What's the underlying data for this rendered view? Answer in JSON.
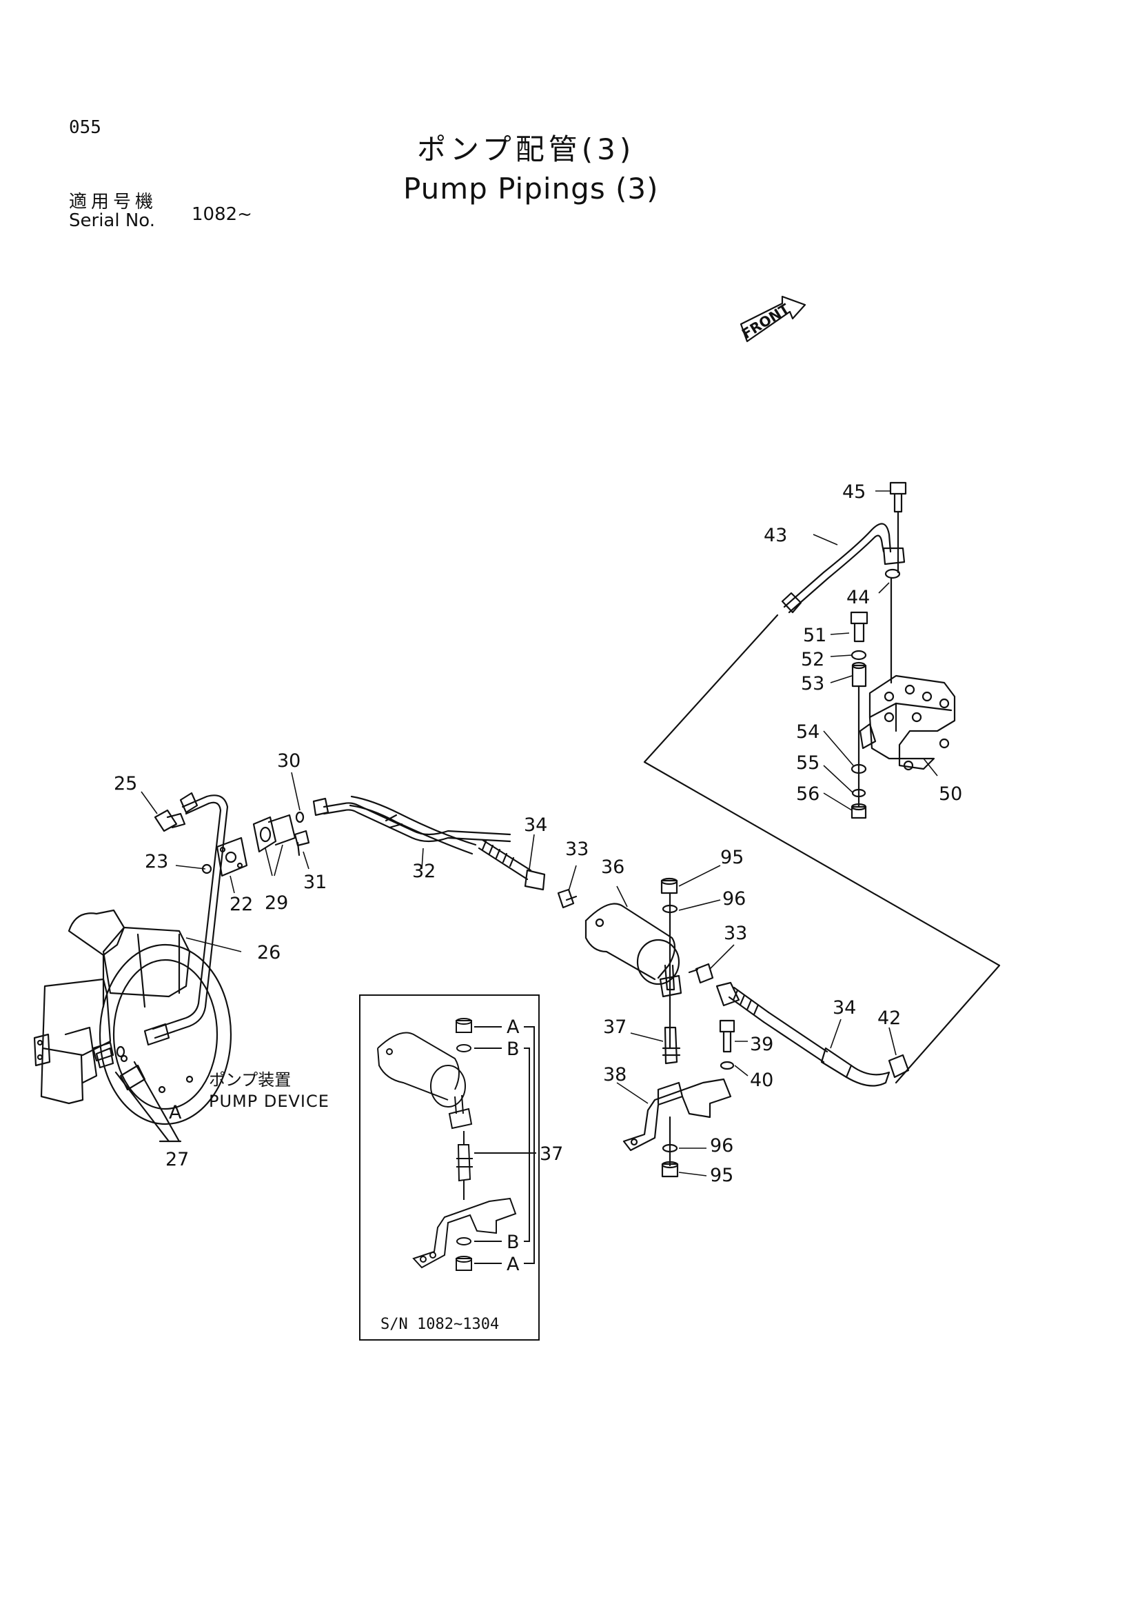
{
  "page_number": "055",
  "title_ja": "ポンプ配管(3)",
  "title_en": "Pump Pipings (3)",
  "serial_label_ja": "適用号機",
  "serial_label_en": "Serial No.",
  "serial_value": "1082~",
  "front_label": "FRONT",
  "pump_device_ja": "ポンプ装置",
  "pump_device_en": "PUMP DEVICE",
  "inset_serial": "S/N 1082~1304",
  "inset_markers": [
    "A",
    "B",
    "37",
    "B",
    "A"
  ],
  "callouts": [
    "45",
    "43",
    "44",
    "51",
    "52",
    "53",
    "54",
    "55",
    "56",
    "50",
    "30",
    "25",
    "34",
    "23",
    "33",
    "36",
    "95",
    "96",
    "33",
    "22",
    "29",
    "31",
    "32",
    "26",
    "34",
    "42",
    "37",
    "39",
    "40",
    "38",
    "96",
    "95",
    "A",
    "27"
  ]
}
